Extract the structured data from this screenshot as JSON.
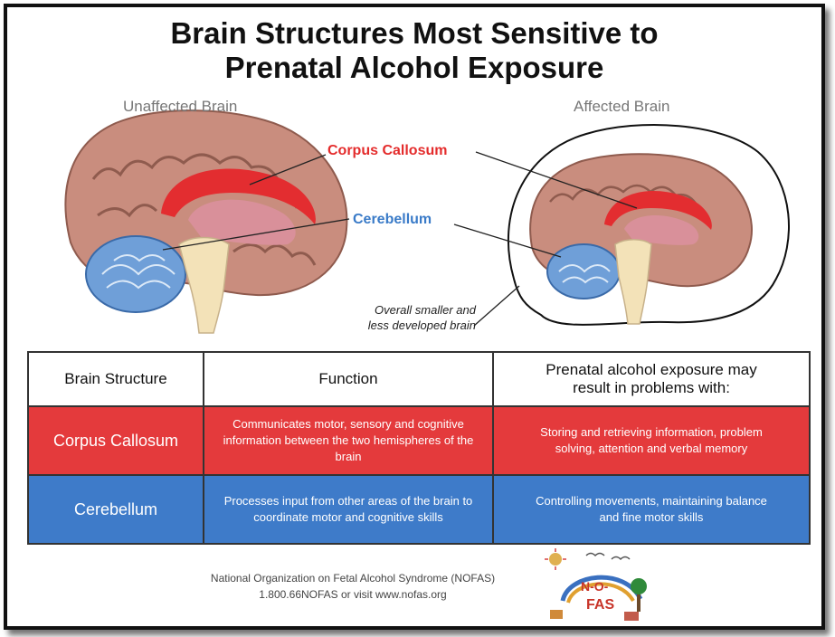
{
  "title": {
    "line1": "Brain Structures Most Sensitive to",
    "line2": "Prenatal Alcohol Exposure"
  },
  "labels": {
    "unaffected": "Unaffected Brain",
    "affected": "Affected Brain",
    "corpus_callosum": "Corpus Callosum",
    "cerebellum": "Cerebellum",
    "note_line1": "Overall smaller and",
    "note_line2": "less developed brain"
  },
  "table": {
    "headers": [
      "Brain Structure",
      "Function",
      "Prenatal alcohol exposure may result in problems with:"
    ],
    "rows": [
      {
        "structure": "Corpus Callosum",
        "function": "Communicates motor, sensory and cognitive information between the two hemispheres of the brain",
        "problems": "Storing and retrieving information, problem solving, attention and verbal memory"
      },
      {
        "structure": "Cerebellum",
        "function": "Processes input from other areas of the brain to coordinate motor and cognitive skills",
        "problems": "Controlling movements, maintaining balance and fine motor skills"
      }
    ]
  },
  "footer": {
    "line1": "National Organization on Fetal Alcohol Syndrome (NOFAS)",
    "line2": "1.800.66NOFAS or visit www.nofas.org"
  },
  "logo": {
    "text_top": "N-O-",
    "text_bottom": "FAS"
  },
  "colors": {
    "corpus_callosum": "#e43a3c",
    "cerebellum": "#3e7bc9",
    "brain_tissue": "#c98d7e",
    "brainstem": "#f3e2b8"
  }
}
